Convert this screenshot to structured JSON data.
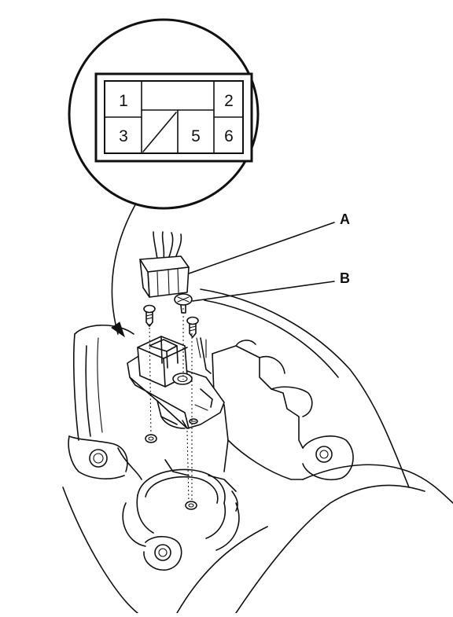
{
  "connector_pins": {
    "pin_1": "1",
    "pin_2": "2",
    "pin_3": "3",
    "pin_5": "5",
    "pin_6": "6"
  },
  "callouts": {
    "a": "A",
    "b": "B"
  }
}
